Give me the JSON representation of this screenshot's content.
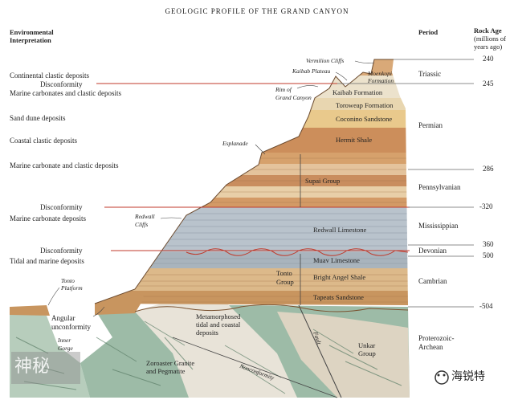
{
  "title": "GEOLOGIC PROFILE OF THE GRAND CANYON",
  "headers": {
    "env_line1": "Environmental",
    "env_line2": "Interpretation",
    "period": "Period",
    "age_line1": "Rock Age",
    "age_line2": "(millions of",
    "age_line3": "years ago)"
  },
  "environments": [
    "Continental clastic deposits",
    "Disconformity",
    "Marine carbonates and clastic deposits",
    "Sand dune deposits",
    "Coastal clastic deposits",
    "Marine carbonate and clastic deposits",
    "Disconformity",
    "Marine carbonate deposits",
    "Disconformity",
    "Tidal and marine deposits",
    "Angular",
    "unconformity"
  ],
  "periods": [
    "Triassic",
    "Permian",
    "Pennsylvanian",
    "Mississippian",
    "Devonian",
    "Cambrian",
    "Proterozoic-",
    "Archean"
  ],
  "ages": [
    "240",
    "245",
    "286",
    "-320",
    "360",
    "500",
    "-504"
  ],
  "formations": [
    "Moenkopi",
    "Formation",
    "Kaibab Formation",
    "Toroweap Formation",
    "Coconino Sandstone",
    "Hermit Shale",
    "Supai Group",
    "Redwall Limestone",
    "Muav Limestone",
    "Tonto",
    "Group",
    "Bright Angel Shale",
    "Tapeats Sandstone",
    "Metamorphosed",
    "tidal and coastal",
    "deposits",
    "Zoroaster Granite",
    "and Pegmatite",
    "Unkar",
    "Group",
    "Fault",
    "Nonconformity"
  ],
  "landmarks": [
    "Vermilion Cliffs",
    "Kaibab Plateau",
    "Rim of",
    "Grand Canyon",
    "Esplanade",
    "Redwall",
    "Cliffs",
    "Tonto",
    "Platform",
    "Inner",
    "Gorge"
  ],
  "watermark": {
    "left": "神秘",
    "right": "海锐特"
  },
  "colors": {
    "disconformity_line": "#c0392b",
    "limestone": "#b9c3cc",
    "sandstone": "#e2c89a",
    "shale": "#cf9c66",
    "schist_green": "#7fa58d"
  }
}
